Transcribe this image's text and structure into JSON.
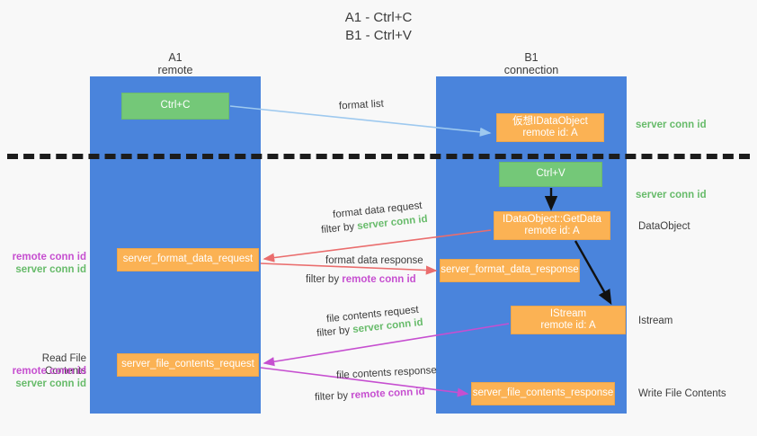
{
  "title": {
    "line1": "A1 - Ctrl+C",
    "line2": "B1 - Ctrl+V"
  },
  "columns": {
    "a1": {
      "name": "A1",
      "role": "remote"
    },
    "b1": {
      "name": "B1",
      "role": "connection"
    }
  },
  "colors": {
    "lane": "#4a84dc",
    "green_node": "#74c878",
    "orange_node": "#fbb254",
    "server_conn_id": "#67bb6a",
    "remote_conn_id": "#c64fd0",
    "format_list_arrow": "#9ec9ef",
    "format_data_arrow": "#ea6d6d",
    "file_contents_arrow": "#c64fd0",
    "local_arrow": "#111111",
    "divider": "#1c1c1c",
    "background": "#f8f8f8"
  },
  "nodes": {
    "ctrl_c": {
      "line1": "Ctrl+C",
      "line2": ""
    },
    "virtual_dataobject": {
      "line1": "仮想IDataObject",
      "line2": "remote id: A"
    },
    "ctrl_v": {
      "line1": "Ctrl+V",
      "line2": ""
    },
    "getdata": {
      "line1": "IDataObject::GetData",
      "line2": "remote id: A"
    },
    "format_data_response": {
      "line1": "server_format_data_response",
      "line2": ""
    },
    "istream": {
      "line1": "IStream",
      "line2": "remote id: A"
    },
    "file_contents_response": {
      "line1": "server_file_contents_response",
      "line2": ""
    },
    "format_data_request": {
      "line1": "server_format_data_request",
      "line2": ""
    },
    "file_contents_request": {
      "line1": "server_file_contents_request",
      "line2": ""
    }
  },
  "right_labels": {
    "server_conn_id_1": "server conn id",
    "server_conn_id_2": "server conn id",
    "dataobject": "DataObject",
    "istream": "Istream",
    "write_file_contents": "Write File Contents"
  },
  "left_labels": {
    "remote_conn_id_1": "remote conn id",
    "server_conn_id_1": "server conn id",
    "read_file_contents": "Read File Contents",
    "remote_conn_id_2": "remote conn id",
    "server_conn_id_2": "server conn id"
  },
  "edges": {
    "format_list": "format list",
    "format_data_request_line1": "format data request",
    "format_data_request_filter_prefix": "filter by ",
    "format_data_request_filter_key": "server conn id",
    "format_data_response_line1": "format data response",
    "format_data_response_filter_prefix": "filter by ",
    "format_data_response_filter_key": "remote conn id",
    "file_contents_request_line1": "file contents request",
    "file_contents_request_filter_prefix": "filter by ",
    "file_contents_request_filter_key": "server conn id",
    "file_contents_response_line1": "file contents response",
    "file_contents_response_filter_prefix": "filter by ",
    "file_contents_response_filter_key": "remote conn id"
  }
}
